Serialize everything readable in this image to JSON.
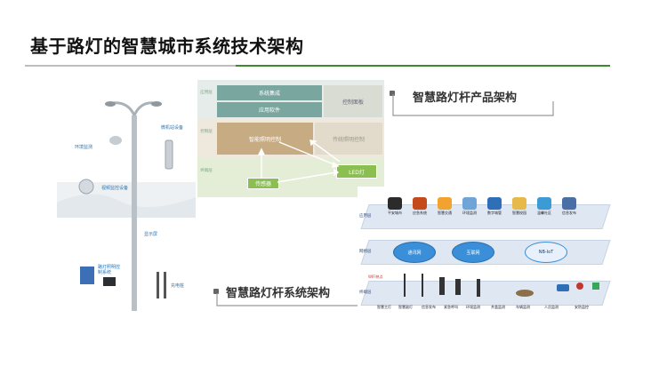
{
  "page": {
    "title": "基于路灯的智慧城市系统技术架构"
  },
  "colors": {
    "accent_green": "#3d8b2f",
    "rule_gray": "#bdbdbd",
    "layer_blue": "#dfe8f2",
    "cloud_blue": "#3a8fd8"
  },
  "pole": {
    "labels": [
      "微机站设备",
      "环境监测",
      "视频监控设备",
      "显示屏",
      "路灯照明控制系统",
      "充电桩"
    ]
  },
  "architecture": {
    "side_labels": [
      "应用层",
      "控制层",
      "终端层"
    ],
    "blocks": [
      "系统集成",
      "应用软件",
      "控制面板",
      "智能照明控制",
      "传统照明控制",
      "LED灯",
      "传感器"
    ],
    "callout": "智慧路灯杆产品架构"
  },
  "system": {
    "callout": "智慧路灯杆系统架构",
    "layers": [
      "应用层",
      "网络层",
      "终端层"
    ],
    "apps": [
      "平安城市",
      "应急系统",
      "智慧交通",
      "环境监测",
      "数字城管",
      "智慧校园",
      "温馨社区",
      "信息发布"
    ],
    "networks": [
      "通讯网",
      "互联网",
      "NB-IoT"
    ],
    "wifi": "WIFI热点",
    "terminals": [
      "智慧主灯",
      "智慧副灯",
      "信息发布",
      "紧急呼叫",
      "环境监测",
      "井盖监测",
      "车辆监测",
      "人员监测",
      "安防监控"
    ]
  }
}
